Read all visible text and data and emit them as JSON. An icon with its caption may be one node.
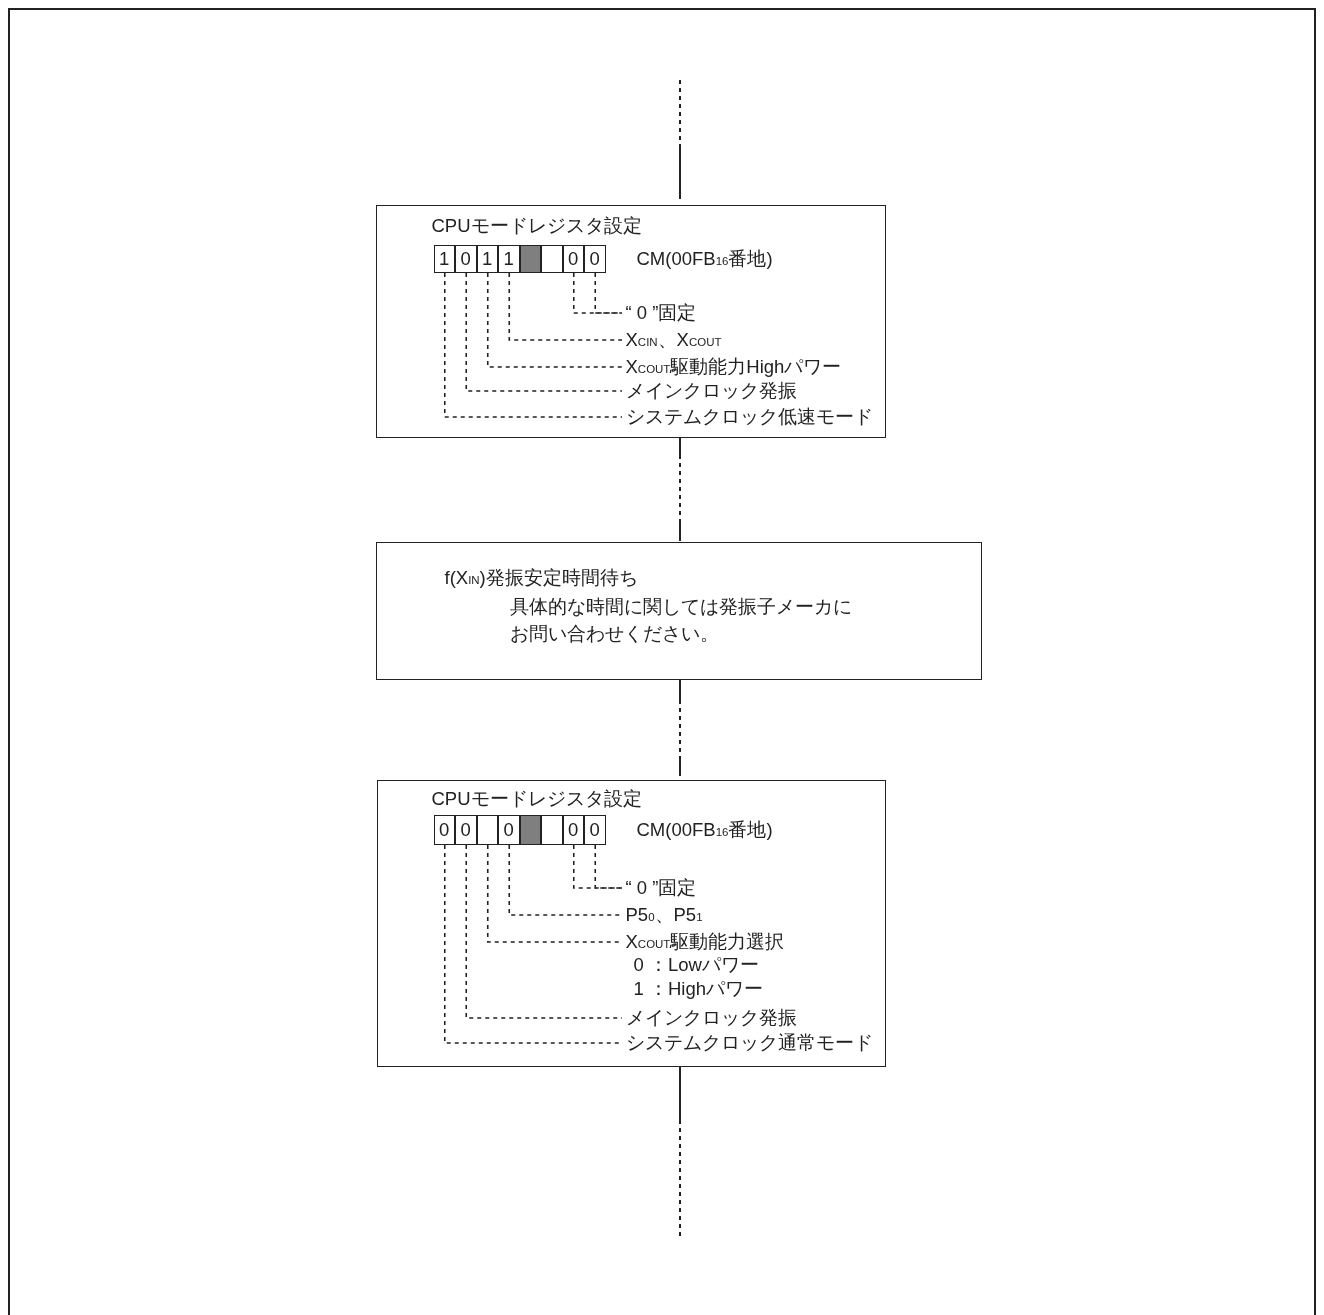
{
  "diagram": {
    "nodes": [
      {
        "text": [
          "CPUモードレジスタ設定",
          "CM(00FB$_{16}$番地)"
        ]
      },
      {
        "text": [
          "1"
        ],
        "in": 0
      },
      {
        "text": [
          "0"
        ],
        "in": 0
      },
      {
        "text": [
          "1"
        ],
        "in": 0
      },
      {
        "text": [
          "1"
        ],
        "in": 0
      },
      {
        "text": [],
        "shape": "box",
        "in": 0
      },
      {
        "text": [],
        "shape": "box",
        "in": 0
      },
      {
        "text": [
          "0"
        ],
        "in": 0
      },
      {
        "text": [
          "0"
        ],
        "in": 0
      },
      {
        "text": [
          "“ 0 ”固定"
        ],
        "in": 0
      },
      {
        "text": [
          "X$_{CIN}$、X$_{COUT}$"
        ],
        "in": 0
      },
      {
        "text": [
          "X$_{COUT}$駆動能力Highパワー"
        ],
        "in": 0
      },
      {
        "text": [
          "メインクロック発振"
        ],
        "in": 0
      },
      {
        "text": [
          "システムクロック低速モード"
        ],
        "in": 0
      },
      {
        "text": [
          "f(X$_{IN}$)発振安定時間待ち",
          "具体的な時間に関しては発振子メーカにお問い合わせください。"
        ]
      },
      {
        "text": [
          "CPUモードレジスタ設定",
          "CM(00FB$_{16}$番地)"
        ]
      },
      {
        "text": [
          "0"
        ],
        "in": 15
      },
      {
        "text": [
          "0"
        ],
        "in": 15
      },
      {
        "text": [],
        "shape": "box",
        "in": 15
      },
      {
        "text": [
          "0"
        ],
        "in": 15
      },
      {
        "text": [],
        "shape": "box",
        "in": 15
      },
      {
        "text": [],
        "shape": "box",
        "in": 15
      },
      {
        "text": [
          "0"
        ],
        "in": 15
      },
      {
        "text": [
          "0"
        ],
        "in": 15
      },
      {
        "text": [
          "“ 0 ”固定"
        ],
        "in": 15
      },
      {
        "text": [
          "P5$_{0}$、P5$_{1}$"
        ],
        "in": 15
      },
      {
        "text": [
          "X$_{COUT}$駆動能力選択",
          "0 ：Lowパワー",
          "1 ：Highパワー"
        ],
        "in": 15
      },
      {
        "text": [
          "メインクロック発振"
        ],
        "in": 15
      },
      {
        "text": [
          "システムクロック通常モード"
        ],
        "in": 15
      }
    ],
    "edges": [
      {
        "from": null,
        "to": 0,
        "arrow": "none"
      },
      {
        "from": 0,
        "to": 14,
        "arrow": "none"
      },
      {
        "from": 14,
        "to": 15,
        "arrow": "none"
      },
      {
        "from": 15,
        "to": null,
        "arrow": "none"
      },
      {
        "from": 1,
        "to": 13,
        "arrow": "none",
        "style": "dashed"
      },
      {
        "from": 2,
        "to": 12,
        "arrow": "none",
        "style": "dashed"
      },
      {
        "from": 3,
        "to": 11,
        "arrow": "none",
        "style": "dashed"
      },
      {
        "from": 4,
        "to": 10,
        "arrow": "none",
        "style": "dashed"
      },
      {
        "from": 7,
        "to": 9,
        "arrow": "none",
        "style": "dashed"
      },
      {
        "from": 8,
        "to": 9,
        "arrow": "none",
        "style": "dashed"
      },
      {
        "from": 16,
        "to": 28,
        "arrow": "none",
        "style": "dashed"
      },
      {
        "from": 17,
        "to": 27,
        "arrow": "none",
        "style": "dashed"
      },
      {
        "from": 18,
        "to": 26,
        "arrow": "none",
        "style": "dashed"
      },
      {
        "from": 19,
        "to": 25,
        "arrow": "none",
        "style": "dashed"
      },
      {
        "from": 22,
        "to": 24,
        "arrow": "none",
        "style": "dashed"
      },
      {
        "from": 23,
        "to": 24,
        "arrow": "none",
        "style": "dashed"
      }
    ]
  }
}
